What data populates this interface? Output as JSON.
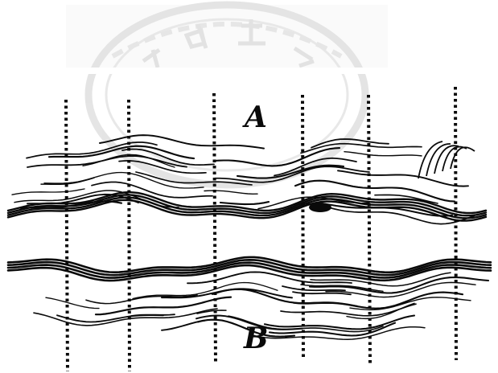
{
  "diagram": {
    "labels": {
      "upper": "A",
      "lower": "B"
    },
    "guide_line_count": 6,
    "colors": {
      "ink": "#0a0a0a",
      "watermark": "#c9c9c9",
      "background": "#ffffff"
    }
  }
}
